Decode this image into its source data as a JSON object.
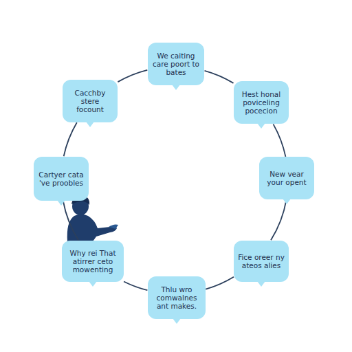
{
  "diagram": {
    "nodes": [
      {
        "text": [
          "We caiting care poort to bates"
        ]
      },
      {
        "text": [
          "Hest honal poviceling pocecion"
        ]
      },
      {
        "text": [
          "New vear your opent"
        ]
      },
      {
        "text": [
          "Fice oreer ny ateos alies"
        ]
      },
      {
        "text": [
          "Thlu wro comwalnes ant makes."
        ]
      },
      {
        "text": [
          "Why rei That atirrer ceto mowenting"
        ]
      },
      {
        "text": [
          "Cartyer cata 've proobles"
        ]
      },
      {
        "text": [
          "Cacchby stere focount"
        ]
      }
    ],
    "edges": [
      {
        "from": 0,
        "to": 1,
        "arrow": "none"
      },
      {
        "from": 1,
        "to": 2,
        "arrow": "none"
      },
      {
        "from": 2,
        "to": 3,
        "arrow": "none"
      },
      {
        "from": 3,
        "to": 4,
        "arrow": "none"
      },
      {
        "from": 4,
        "to": 5,
        "arrow": "none"
      },
      {
        "from": 5,
        "to": 6,
        "arrow": "none"
      },
      {
        "from": 6,
        "to": 7,
        "arrow": "none"
      },
      {
        "from": 7,
        "to": 0,
        "arrow": "none"
      }
    ]
  }
}
